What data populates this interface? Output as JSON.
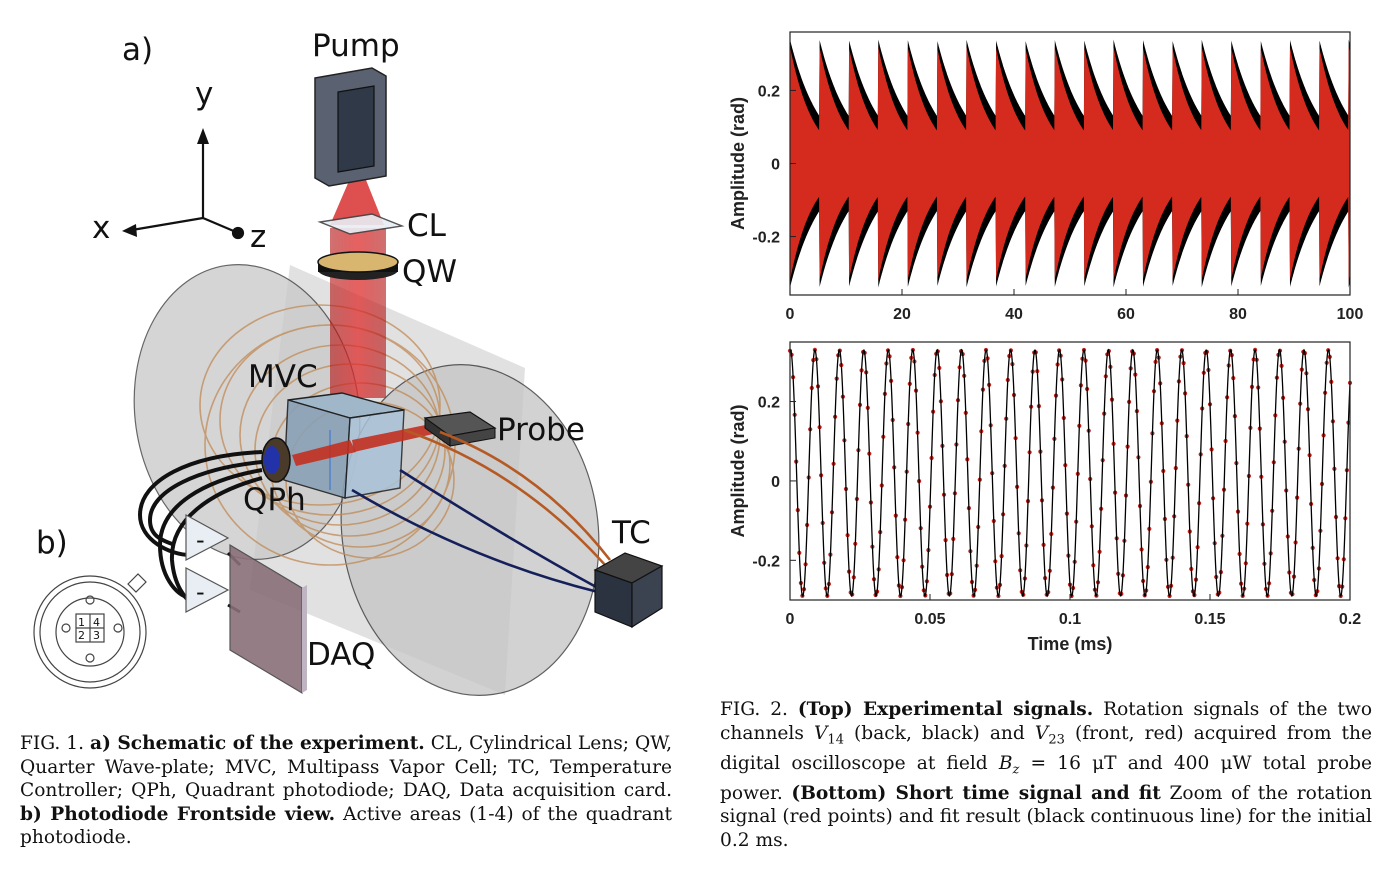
{
  "figure1": {
    "panel_a": "a)",
    "panel_b": "b)",
    "labels": {
      "pump": "Pump",
      "cl": "CL",
      "qw": "QW",
      "mvc": "MVC",
      "probe": "Probe",
      "qph": "QPh",
      "tc": "TC",
      "daq": "DAQ",
      "axis_x": "x",
      "axis_y": "y",
      "axis_z": "z",
      "minus1": "-",
      "minus2": "-",
      "quad": [
        "1",
        "4",
        "2",
        "3"
      ]
    },
    "caption": {
      "fig": "FIG. 1.",
      "bold_a": "a) Schematic of the experiment.",
      "text_a": "CL, Cylindrical Lens; QW, Quarter Wave-plate; MVC, Multipass Vapor Cell; TC, Temperature Controller; QPh, Quadrant photodiode; DAQ, Data acquisition card.",
      "bold_b": "b) Photodiode Frontside view.",
      "text_b": "Active areas (1-4) of the quadrant photodiode."
    }
  },
  "figure2": {
    "caption": {
      "fig": "FIG. 2.",
      "bold_top": "(Top) Experimental signals.",
      "text_top_1": "Rotation signals of the two channels",
      "v14": "V",
      "v14_sub": "14",
      "text_top_2": "(back, black) and",
      "v23": "V",
      "v23_sub": "23",
      "text_top_3": "(front, red) acquired from the digital oscilloscope at field",
      "bz": "B",
      "bz_sub": "z",
      "text_top_4": "= 16 μT and 400 μW total probe power.",
      "bold_bottom": "(Bottom) Short time signal and fit",
      "text_bottom": "Zoom of the rotation signal (red points) and fit result (black continuous line) for the initial 0.2 ms."
    }
  },
  "chart_data": [
    {
      "type": "area",
      "id": "top",
      "title": "",
      "xlabel": "",
      "ylabel": "Amplitude (rad)",
      "xlim": [
        0,
        100
      ],
      "ylim": [
        -0.36,
        0.36
      ],
      "xticks": [
        0,
        20,
        40,
        60,
        80,
        100
      ],
      "yticks": [
        -0.2,
        0,
        0.2
      ],
      "ytick_labels": [
        "-0.2",
        "0",
        "0.2"
      ],
      "period": 5.25,
      "series": [
        {
          "color": "#000000",
          "peak": 0.34,
          "decay_end": 0.13
        },
        {
          "color": "#d52b1e",
          "peak": 0.32,
          "decay_end": 0.09
        }
      ]
    },
    {
      "type": "scatter",
      "id": "bottom",
      "title": "",
      "xlabel": "Time (ms)",
      "ylabel": "Amplitude (rad)",
      "xlim": [
        0,
        0.2
      ],
      "ylim": [
        -0.3,
        0.35
      ],
      "xticks": [
        0,
        0.05,
        0.1,
        0.15,
        0.2
      ],
      "xtick_labels": [
        "0",
        "0.05",
        "0.1",
        "0.15",
        "0.2"
      ],
      "yticks": [
        -0.2,
        0,
        0.2
      ],
      "ytick_labels": [
        "-0.2",
        "0",
        "0.2"
      ],
      "frequency_khz": 114.5,
      "amplitude": 0.31,
      "offset": 0.02,
      "phase": 1.45,
      "series": [
        {
          "style": "points",
          "color": "#c0201a"
        },
        {
          "style": "line",
          "color": "#000000"
        }
      ]
    }
  ]
}
